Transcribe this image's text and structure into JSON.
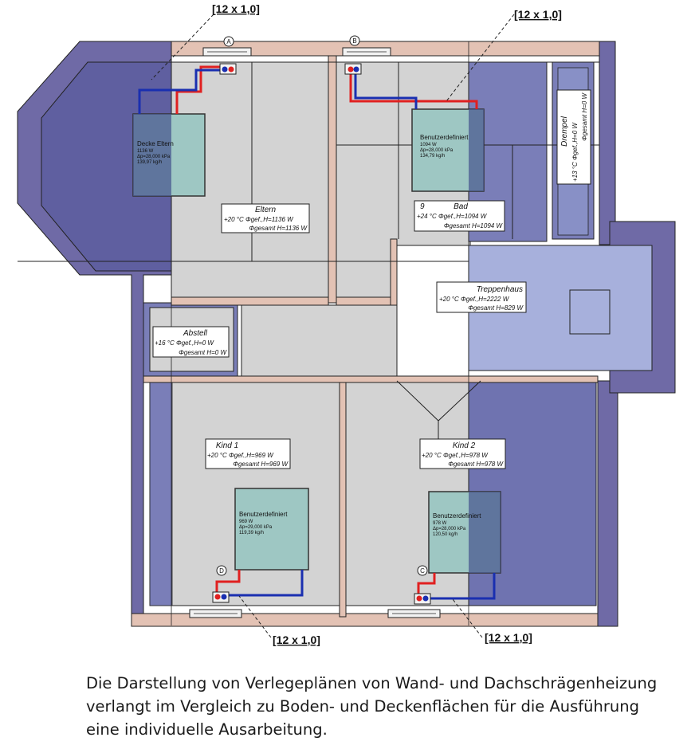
{
  "pipe_labels": [
    "[12 x 1,0]",
    "[12 x 1,0]",
    "[12 x 1,0]",
    "[12 x 1,0]"
  ],
  "markers": [
    "A",
    "B",
    "D",
    "C"
  ],
  "rooms": {
    "eltern": {
      "name": "Eltern",
      "line1": "+20 °C   Φgef.,H=1136 W",
      "line2": "Φgesamt H=1136 W"
    },
    "bad": {
      "num": "9",
      "name": "Bad",
      "line1": "+24 °C   Φgef.,H=1094 W",
      "line2": "Φgesamt H=1094 W"
    },
    "treppenhaus": {
      "name": "Treppenhaus",
      "line1": "+20 °C   Φgef.,H=2222 W",
      "line2": "Φgesamt H=829 W"
    },
    "abstell": {
      "name": "Abstell",
      "line1": "+16 °C   Φgef.,H=0 W",
      "line2": "Φgesamt H=0 W"
    },
    "kind1": {
      "name": "Kind 1",
      "line1": "+20 °C   Φgef.,H=969 W",
      "line2": "Φgesamt H=969 W"
    },
    "kind2": {
      "name": "Kind 2",
      "line1": "+20 °C   Φgef.,H=978 W",
      "line2": "Φgesamt H=978 W"
    },
    "drempel": {
      "name": "Drempel",
      "line1": "+13 °C   Φgef.,H=0 W",
      "line2": "Φgesamt H=0 W"
    }
  },
  "panels": {
    "eltern": {
      "title": "Decke Eltern",
      "l1": "1136 W",
      "l2": "Δp=28,000 kPa",
      "l3": "139,97 kg/h"
    },
    "bad": {
      "title": "Benutzerdefiniert",
      "l1": "1094 W",
      "l2": "Δp=28,000 kPa",
      "l3": "134,79 kg/h"
    },
    "kind1": {
      "title": "Benutzerdefiniert",
      "l1": "969 W",
      "l2": "Δp=29,000 kPa",
      "l3": "119,39 kg/h"
    },
    "kind2": {
      "title": "Benutzerdefiniert",
      "l1": "978 W",
      "l2": "Δp=28,000 kPa",
      "l3": "120,50 kg/h"
    }
  },
  "caption": "Die Darstellung von Verlegeplänen von Wand- und Dachschrägenheizung verlangt im Vergleich zu Boden- und Deckenflächen für die Ausführung eine individuelle Ausarbeitung.",
  "colors": {
    "slope_area": "#5f5fa0",
    "floor": "#d3d3d3",
    "panel": "#9ec7c3",
    "flow": "#e02020",
    "return": "#1a2fb0",
    "wall": "#e3c2b4",
    "stair_area": "#a7b0dc"
  }
}
